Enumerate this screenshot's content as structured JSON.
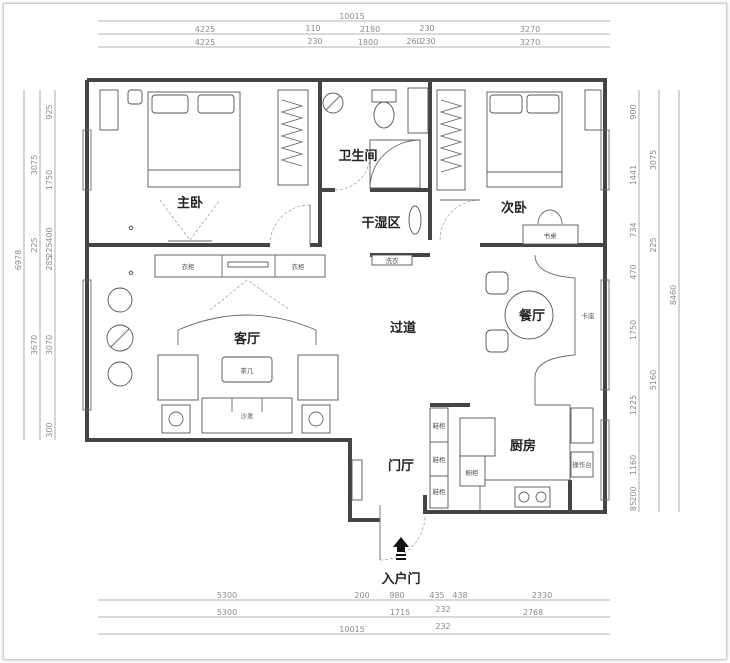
{
  "plan": {
    "rooms": {
      "master_bedroom": "主卧",
      "bathroom": "卫生间",
      "dry_wet_area": "干湿区",
      "second_bedroom": "次卧",
      "living_room": "客厅",
      "corridor": "过道",
      "dining_room": "餐厅",
      "kitchen": "厨房",
      "foyer": "门厅",
      "entrance": "入户门"
    },
    "furniture": {
      "tv_cabinet_left": "衣柜",
      "tv_cabinet_right": "衣柜",
      "coffee_table": "茶几",
      "sofa": "沙发",
      "desk": "书桌",
      "booth": "卡座",
      "washer": "洗衣",
      "shoe_cabinet_1": "鞋柜",
      "shoe_cabinet_2": "鞋柜",
      "shoe_cabinet_3": "鞋柜",
      "fridge_cabinet": "橱柜",
      "counter": "操作台"
    },
    "dimensions": {
      "top": {
        "row1": [
          "10015"
        ],
        "row2": [
          "4225",
          "110",
          "2180",
          "230",
          "3270"
        ],
        "row3": [
          "4225",
          "230",
          "1800",
          "260",
          "230",
          "3270"
        ]
      },
      "bottom": {
        "row1": [
          "5300",
          "200",
          "980",
          "435",
          "438",
          "2330"
        ],
        "row2": [
          "5300",
          "1715",
          "232",
          "2768"
        ],
        "row3": [
          "10015",
          "232"
        ]
      },
      "left": {
        "outer": [
          "6978"
        ],
        "middle": [
          "3075",
          "225",
          "3670"
        ],
        "inner": [
          "925",
          "1750",
          "400",
          "225",
          "285",
          "3070",
          "300"
        ]
      },
      "right": {
        "inner": [
          "900",
          "1441",
          "734",
          "470",
          "1750",
          "1225",
          "1160",
          "200",
          "85"
        ],
        "middle": [
          "3075",
          "225",
          "5160"
        ],
        "outer": [
          "8460"
        ]
      }
    },
    "entrance_arrow_icon": "arrow-up-icon"
  }
}
